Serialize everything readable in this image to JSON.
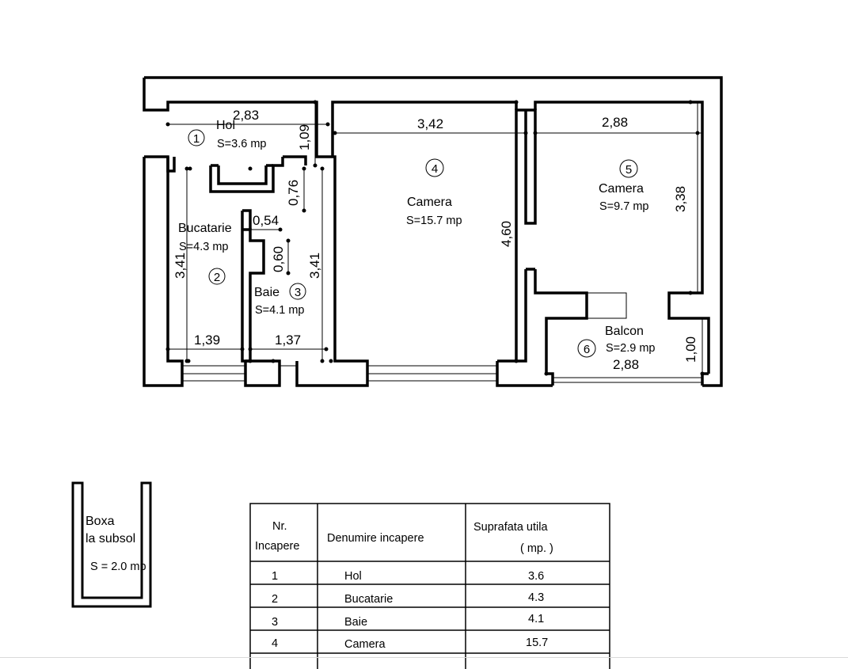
{
  "rooms": [
    {
      "nr": "1",
      "name": "Hol",
      "area": "S=3.6 mp"
    },
    {
      "nr": "2",
      "name": "Bucatarie",
      "area": "S=4.3 mp"
    },
    {
      "nr": "3",
      "name": "Baie",
      "area": "S=4.1 mp"
    },
    {
      "nr": "4",
      "name": "Camera",
      "area": "S=15.7 mp"
    },
    {
      "nr": "5",
      "name": "Camera",
      "area": "S=9.7 mp"
    },
    {
      "nr": "6",
      "name": "Balcon",
      "area": "S=2.9 mp"
    }
  ],
  "dimensions": {
    "hol_width": "2,83",
    "hol_depth": "1,09",
    "camera4_width": "3,42",
    "camera4_depth": "4,60",
    "camera5_width": "2,88",
    "camera5_depth": "3,38",
    "bucatarie_depth": "3,41",
    "bucatarie_width": "1,39",
    "baie_width": "1,37",
    "baie_depth": "3,41",
    "baie_step_h": "0,76",
    "baie_step_w": "0,54",
    "baie_step_h2": "0,60",
    "balcon_width": "2,88",
    "balcon_depth": "1,00"
  },
  "boxa": {
    "line1": "Boxa",
    "line2": "la subsol",
    "area": "S = 2.0 mp"
  },
  "table": {
    "headers": {
      "nr_line1": "Nr.",
      "nr_line2": "Incapere",
      "name": "Denumire incapere",
      "area_line1": "Suprafata utila",
      "area_line2": "( mp. )"
    },
    "rows": [
      {
        "nr": "1",
        "name": "Hol",
        "area": "3.6"
      },
      {
        "nr": "2",
        "name": "Bucatarie",
        "area": "4.3"
      },
      {
        "nr": "3",
        "name": "Baie",
        "area": "4.1"
      },
      {
        "nr": "4",
        "name": "Camera",
        "area": "15.7"
      }
    ]
  }
}
